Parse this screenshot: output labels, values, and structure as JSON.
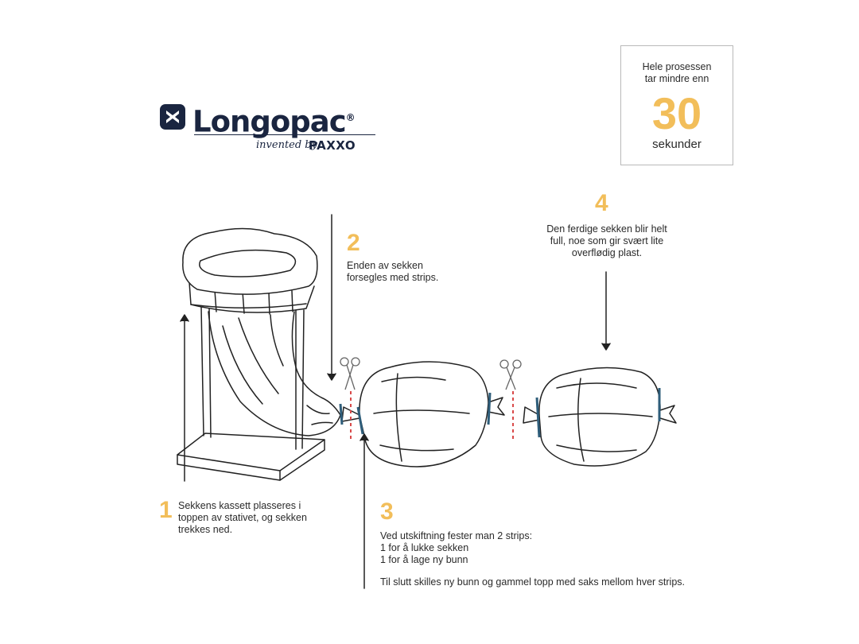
{
  "logo": {
    "wordmark": "Longopac",
    "registered": "®",
    "tagline": "invented by",
    "brand": "PAXXO",
    "color": "#1a2540"
  },
  "timebox": {
    "line1": "Hele prosessen",
    "line2": "tar mindre enn",
    "number": "30",
    "unit": "sekunder",
    "accent": "#f2be5a"
  },
  "steps": [
    {
      "number": "1",
      "lines": [
        "Sekkens kassett plasseres i",
        "toppen av stativet, og sekken",
        "trekkes ned."
      ]
    },
    {
      "number": "2",
      "lines": [
        "Enden av sekken",
        "forsegles med strips."
      ]
    },
    {
      "number": "3",
      "lines": [
        "Ved utskiftning fester man 2 strips:",
        "1 for å lukke sekken",
        "1 for å lage ny bunn"
      ],
      "footer": "Til slutt skilles ny bunn og gammel topp med saks mellom hver strips."
    },
    {
      "number": "4",
      "lines": [
        "Den ferdige sekken blir helt",
        "full, noe som gir svært lite",
        "overflødig plast."
      ]
    }
  ],
  "icons": [
    "logo-mark-icon",
    "scissors-icon",
    "cable-tie-icon",
    "arrow-icon"
  ],
  "colors": {
    "strip": "#2e5d7a",
    "cut_line": "#d94a4a",
    "outline": "#222222"
  }
}
